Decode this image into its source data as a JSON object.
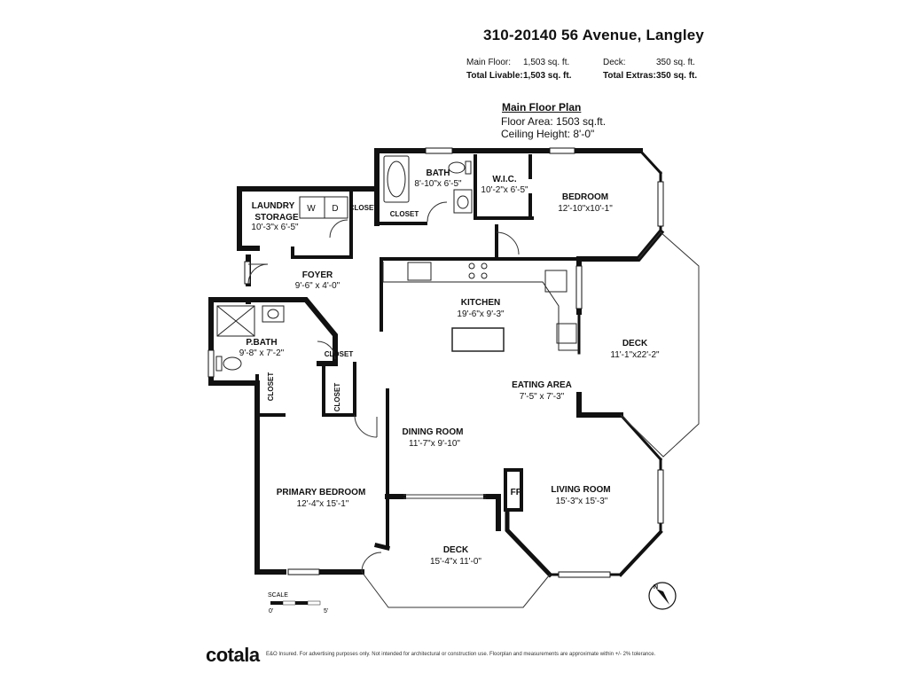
{
  "header": {
    "address": "310-20140 56 Avenue, Langley",
    "main_floor_label": "Main Floor:",
    "main_floor_value": "1,503 sq. ft.",
    "total_livable_label": "Total Livable:",
    "total_livable_value": "1,503 sq. ft.",
    "deck_label": "Deck:",
    "deck_value": "350 sq. ft.",
    "total_extras_label": "Total Extras:",
    "total_extras_value": "350 sq. ft."
  },
  "plan_info": {
    "title": "Main Floor Plan",
    "floor_area": "Floor Area: 1503 sq.ft.",
    "ceiling_height": "Ceiling Height: 8'-0\""
  },
  "rooms": {
    "bath": {
      "name": "BATH",
      "dims": "8'-10\"x 6'-5\""
    },
    "wic": {
      "name": "W.I.C.",
      "dims": "10'-2\"x 6'-5\""
    },
    "bedroom": {
      "name": "BEDROOM",
      "dims": "12'-10\"x10'-1\""
    },
    "laundry": {
      "name1": "LAUNDRY",
      "name2": "STORAGE",
      "dims": "10'-3\"x 6'-5\"",
      "w": "W",
      "d": "D"
    },
    "closet1": {
      "name": "CLOSET"
    },
    "closet2": {
      "name": "CLOSET"
    },
    "foyer": {
      "name": "FOYER",
      "dims": "9'-6\" x 4'-0\""
    },
    "kitchen": {
      "name": "KITCHEN",
      "dims": "19'-6\"x 9'-3\""
    },
    "pbath": {
      "name": "P.BATH",
      "dims": "9'-8\" x 7'-2\""
    },
    "closet3": {
      "name": "CLOSET"
    },
    "closet4": {
      "name": "CLOSET"
    },
    "closet5": {
      "name": "CLOSET"
    },
    "deck_right": {
      "name": "DECK",
      "dims": "11'-1\"x22'-2\""
    },
    "eating": {
      "name": "EATING AREA",
      "dims": "7'-5\" x 7'-3\""
    },
    "dining": {
      "name": "DINING ROOM",
      "dims": "11'-7\"x 9'-10\""
    },
    "primary": {
      "name": "PRIMARY BEDROOM",
      "dims": "12'-4\"x 15'-1\""
    },
    "living": {
      "name": "LIVING ROOM",
      "dims": "15'-3\"x 15'-3\""
    },
    "fp": {
      "name": "FP"
    },
    "deck_bottom": {
      "name": "DECK",
      "dims": "15'-4\"x 11'-0\""
    }
  },
  "scale": {
    "label": "SCALE",
    "start": "0'",
    "end": "5'"
  },
  "compass": {
    "label": "N"
  },
  "footer": {
    "logo": "cotala",
    "note": "E&O Insured. For advertising purposes only. Not intended for architectural or construction use. Floorplan and measurements are approximate within +/- 2% tolerance."
  }
}
